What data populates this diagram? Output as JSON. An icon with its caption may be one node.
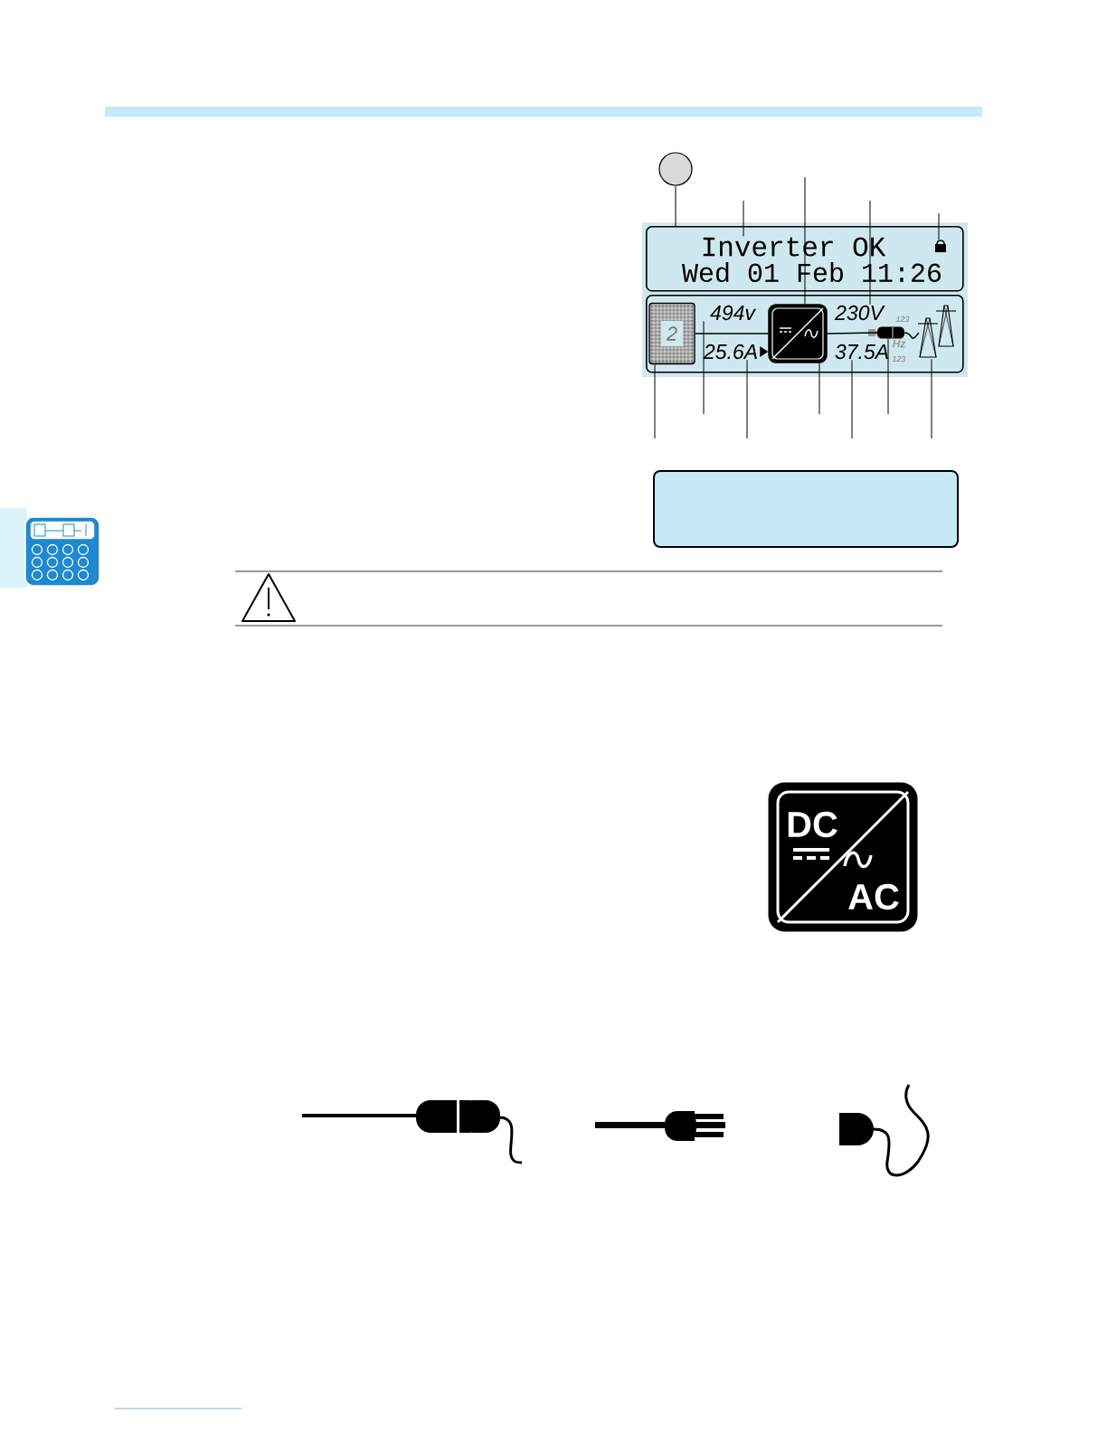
{
  "diagram": {
    "nodes": [
      {
        "text": [],
        "shape": "circle"
      },
      {
        "text": [],
        "shape": "box"
      },
      {
        "text": [
          "Inverter OK"
        ],
        "in": 1
      },
      {
        "text": [
          "Wed 01 Feb 11:26"
        ],
        "in": 1
      },
      {
        "text": [],
        "shape": "lock",
        "in": 1
      },
      {
        "text": [],
        "shape": "box"
      },
      {
        "text": [
          "2"
        ],
        "in": 5
      },
      {
        "text": [
          "494v"
        ],
        "in": 5
      },
      {
        "text": [
          "25.6A"
        ],
        "in": 5
      },
      {
        "text": [],
        "shape": "box",
        "in": 5
      },
      {
        "text": [
          "230V"
        ],
        "in": 5
      },
      {
        "text": [
          "37.5A"
        ],
        "in": 5
      },
      {
        "text": [],
        "shape": "plug",
        "in": 5
      },
      {
        "text": [],
        "shape": "tower",
        "in": 5
      },
      {
        "text": [
          "DC",
          "AC"
        ]
      },
      {
        "text": [],
        "shape": "box"
      }
    ],
    "edges": [
      {
        "from": 0,
        "to": 1,
        "arrow": "none"
      },
      {
        "from": null,
        "to": 2,
        "arrow": "none"
      },
      {
        "from": null,
        "to": 9,
        "arrow": "none"
      },
      {
        "from": null,
        "to": 10,
        "arrow": "none"
      },
      {
        "from": null,
        "to": 4,
        "arrow": "none"
      },
      {
        "from": null,
        "to": 6,
        "arrow": "none"
      },
      {
        "from": null,
        "to": 7,
        "arrow": "none"
      },
      {
        "from": null,
        "to": 8,
        "arrow": "none"
      },
      {
        "from": null,
        "to": 9,
        "arrow": "none"
      },
      {
        "from": null,
        "to": 11,
        "arrow": "none"
      },
      {
        "from": null,
        "to": 12,
        "arrow": "none"
      },
      {
        "from": null,
        "to": 13,
        "arrow": "none"
      },
      {
        "from": 6,
        "to": 9,
        "arrow": "none"
      },
      {
        "from": 9,
        "to": 12,
        "arrow": "none"
      },
      {
        "from": 12,
        "to": 13,
        "arrow": "none"
      }
    ],
    "labels": [
      "123",
      "Hz",
      "123"
    ]
  }
}
